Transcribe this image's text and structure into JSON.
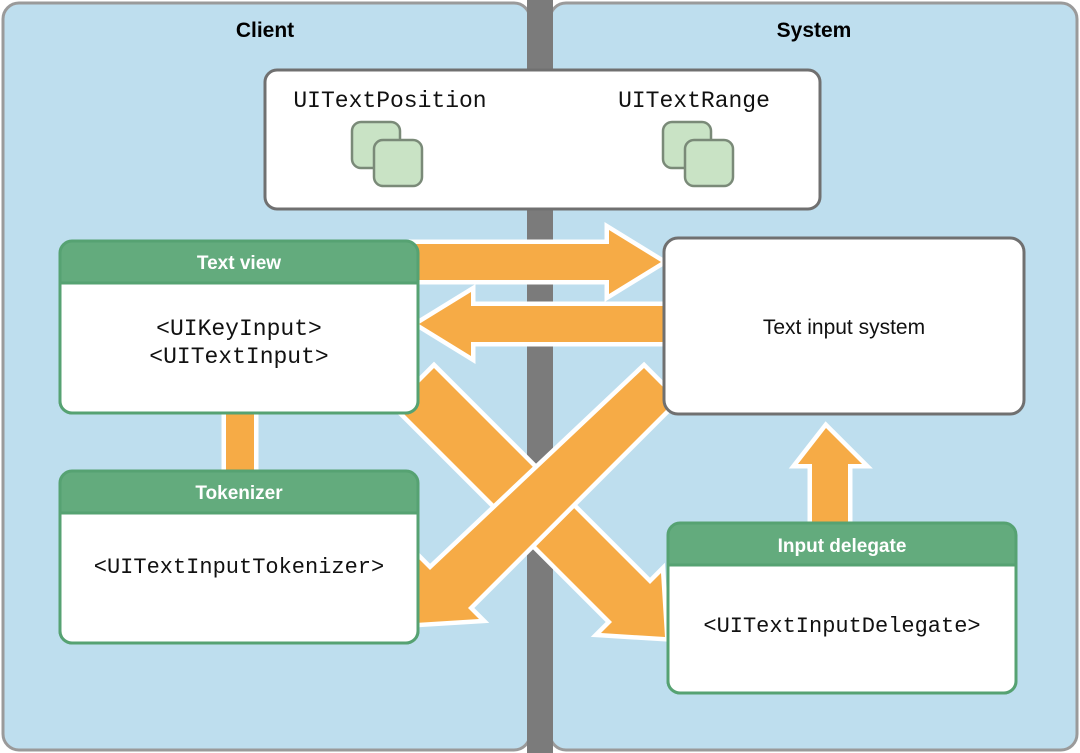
{
  "diagram": {
    "title_hidden": "",
    "panels": [
      {
        "id": "client",
        "label": "Client"
      },
      {
        "id": "system",
        "label": "System"
      }
    ],
    "colors": {
      "panel_bg": "#bedeee",
      "panel_border": "#9a9a9a",
      "divider": "#7b7b7b",
      "arrow_fill": "#f6ab46",
      "arrow_outline": "#ffffff",
      "header_green": "#63ab7d",
      "box_border_green": "#56a272",
      "box_border_gray": "#707070",
      "box_bg": "#ffffff",
      "card_green_fill": "#c9e3c5",
      "card_green_stroke": "#7a8a78",
      "text_dark": "#111111"
    },
    "boxes": [
      {
        "id": "ui-text-position",
        "label": "UITextPosition",
        "icon": "stacked-cards-icon",
        "style": "gray-plain"
      },
      {
        "id": "ui-text-range",
        "label": "UITextRange",
        "icon": "stacked-cards-icon",
        "style": "gray-plain"
      },
      {
        "id": "text-view",
        "header": "Text view",
        "lines": [
          "<UIKeyInput>",
          "<UITextInput>"
        ],
        "style": "green-header"
      },
      {
        "id": "tokenizer",
        "header": "Tokenizer",
        "lines": [
          "<UITextInputTokenizer>"
        ],
        "style": "green-header"
      },
      {
        "id": "text-input-system",
        "label": "Text input system",
        "style": "gray-plain"
      },
      {
        "id": "input-delegate",
        "header": "Input delegate",
        "lines": [
          "<UITextInputDelegate>"
        ],
        "style": "green-header"
      }
    ],
    "connectors": [
      {
        "id": "textview-to-system",
        "from": "text-view",
        "to": "text-input-system",
        "direction": "right",
        "arrowhead": true
      },
      {
        "id": "system-to-textview",
        "from": "text-input-system",
        "to": "text-view",
        "direction": "left",
        "arrowhead": true
      },
      {
        "id": "textview-to-tokenizer",
        "from": "text-view",
        "to": "tokenizer",
        "direction": "down",
        "arrowhead": false
      },
      {
        "id": "textview-to-inputdelegate",
        "from": "text-view",
        "to": "input-delegate",
        "direction": "down-right",
        "arrowhead": true
      },
      {
        "id": "system-to-tokenizer",
        "from": "text-input-system",
        "to": "tokenizer",
        "direction": "down-left",
        "arrowhead": true
      },
      {
        "id": "inputdelegate-to-system",
        "from": "input-delegate",
        "to": "text-input-system",
        "direction": "up",
        "arrowhead": true
      }
    ]
  }
}
